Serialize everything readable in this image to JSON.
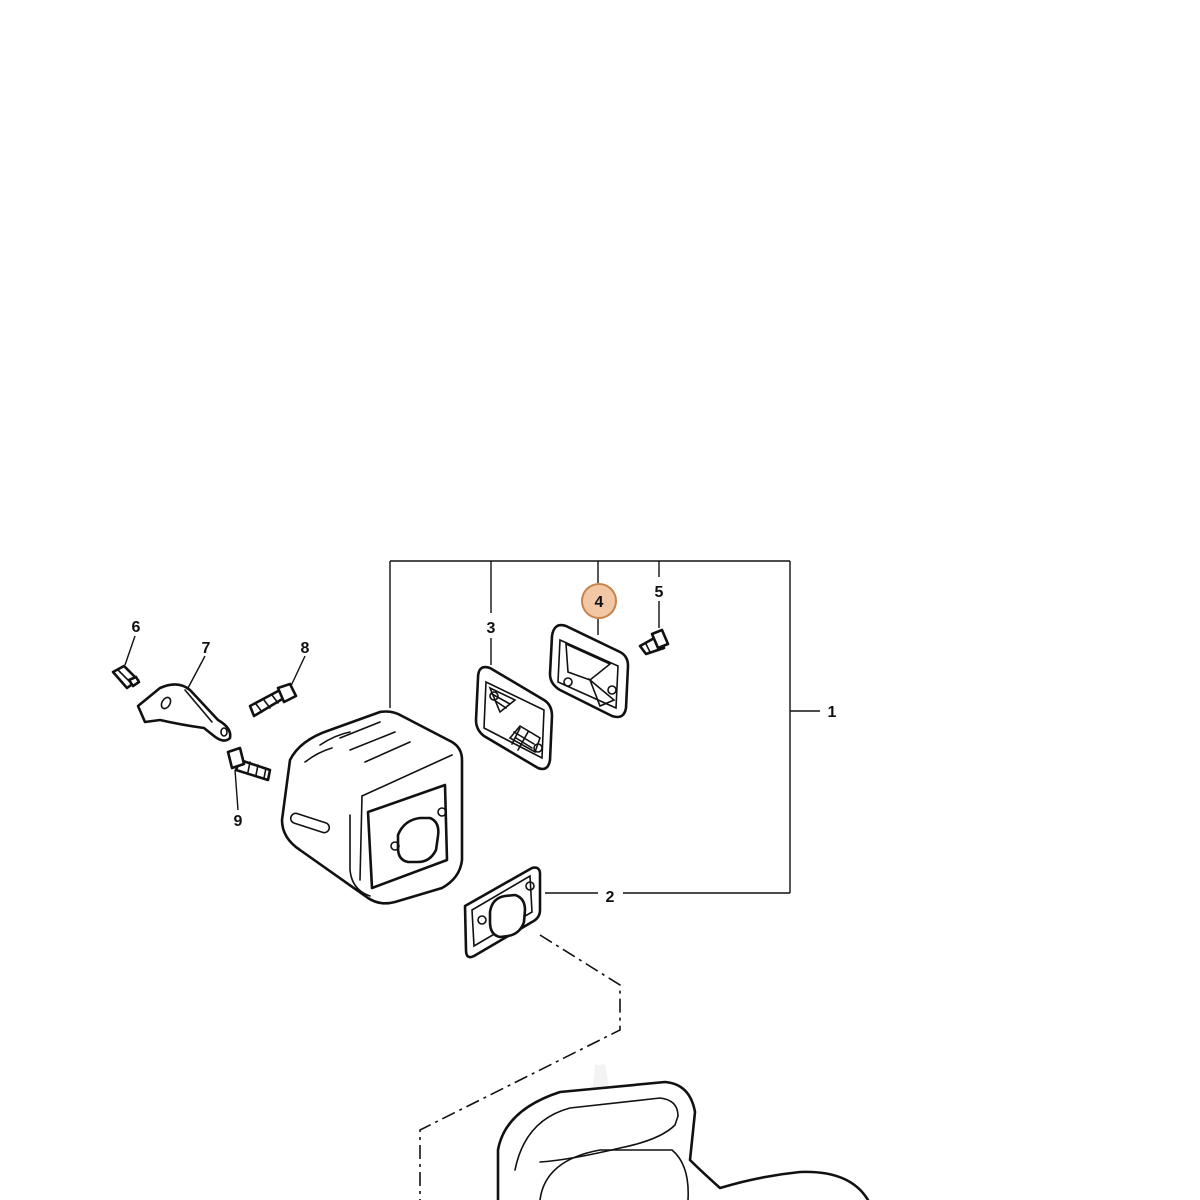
{
  "callouts": {
    "c1": "1",
    "c2": "2",
    "c3": "3",
    "c4": "4",
    "c5": "5",
    "c6": "6",
    "c7": "7",
    "c8": "8",
    "c9": "9"
  },
  "highlight": {
    "callout": "4",
    "fill": "#f2c7a5",
    "stroke": "#c8824a"
  }
}
